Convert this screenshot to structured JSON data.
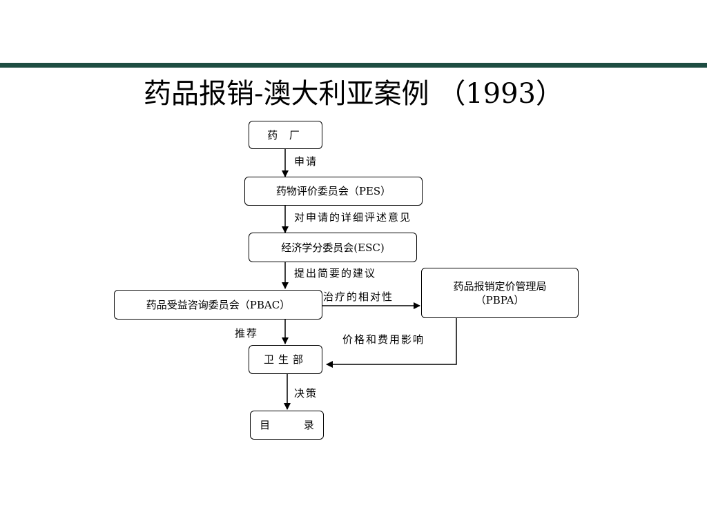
{
  "title": "药品报销-澳大利亚案例 （1993）",
  "nodes": {
    "factory": "药 厂",
    "pes": "药物评价委员会（PES）",
    "esc": "经济学分委员会(ESC)",
    "pbpa_line1": "药品报销定价管理局",
    "pbpa_line2": "（PBPA）",
    "pbac": "药品受益咨询委员会（PBAC）",
    "health_ministry": "卫生部",
    "catalog": "目 录"
  },
  "edges": {
    "apply": "申请",
    "detailed_review": "对申请的详细评述意见",
    "brief_advice": "提出简要的建议",
    "relative_efficacy": "治疗的相对性",
    "recommend": "推荐",
    "price_cost_impact": "价格和费用影响",
    "decision": "决策"
  }
}
